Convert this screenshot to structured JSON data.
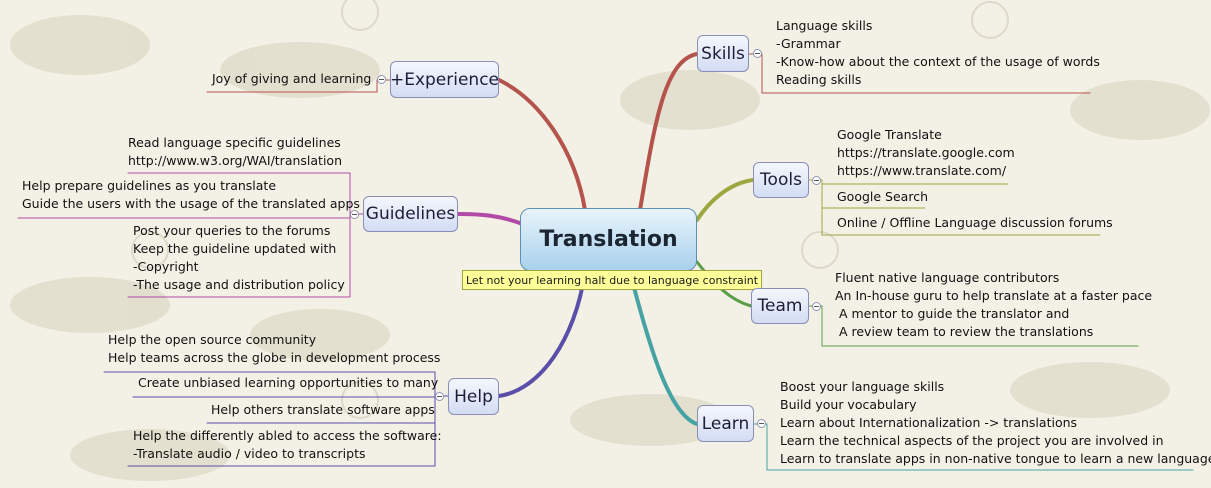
{
  "central": {
    "title": "Translation",
    "callout": "Let not your learning halt due to language constraint"
  },
  "branches": {
    "experience": {
      "label": "+Experience",
      "topics": [
        "Joy of giving and learning"
      ]
    },
    "guidelines": {
      "label": "Guidelines",
      "topics": [
        "Read language specific guidelines\nhttp://www.w3.org/WAI/translation",
        "Help prepare guidelines as you translate\nGuide the users with the usage of the translated apps",
        "Post your queries to the forums\nKeep the guideline updated with\n-Copyright\n-The usage and distribution policy"
      ]
    },
    "help": {
      "label": "Help",
      "topics": [
        "Help the open source community\nHelp teams across the globe in development process",
        "Create unbiased learning opportunities to many",
        "Help others translate software apps",
        "Help the differently abled to access the software:\n-Translate audio / video to transcripts"
      ]
    },
    "skills": {
      "label": "Skills",
      "topics": [
        "Language skills\n-Grammar\n-Know-how about the context of the usage of words\nReading skills"
      ]
    },
    "tools": {
      "label": "Tools",
      "topics": [
        "Google Translate\nhttps://translate.google.com\nhttps://www.translate.com/",
        "Google Search",
        "Online / Offline Language discussion forums"
      ]
    },
    "team": {
      "label": "Team",
      "topics": [
        "Fluent native language contributors\nAn In-house guru to help translate at a faster pace\n A mentor to guide the translator and\n A review team to review the translations"
      ]
    },
    "learn": {
      "label": "Learn",
      "topics": [
        "Boost your language skills\nBuild your vocabulary\nLearn about Internationalization -> translations\nLearn the technical aspects of the project you are involved in\nLearn to translate apps in non-native tongue to learn a new language"
      ]
    }
  },
  "colors": {
    "experience": "#b5534d",
    "skills": "#b5534d",
    "guidelines": "#b14aa6",
    "help": "#5a4fa8",
    "tools": "#9da740",
    "team": "#5a9e49",
    "learn": "#47a3a3",
    "background": "#f3f1e6",
    "watermark": "#d9d5c3"
  }
}
